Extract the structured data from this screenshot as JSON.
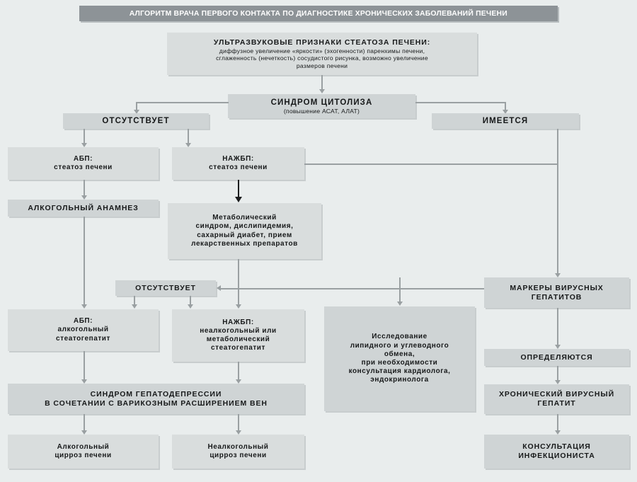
{
  "header": {
    "title": "Алгоритм врача первого контакта по диагностике хронических заболеваний печени"
  },
  "nodes": {
    "ultrasound": {
      "title": "УЛЬТРАЗВУКОВЫЕ ПРИЗНАКИ СТЕАТОЗА ПЕЧЕНИ:",
      "line1": "диффузное увеличение «яркости» (эхогенности) паренхимы печени,",
      "line2": "сглаженность (нечеткость) сосудистого рисунка, возможно увеличение",
      "line3": "размеров печени"
    },
    "cytolysis": {
      "title": "СИНДРОМ ЦИТОЛИЗА",
      "sub": "(повышение АСАТ, АЛАТ)"
    },
    "absent_top": {
      "label": "ОТСУТСТВУЕТ"
    },
    "present_top": {
      "label": "ИМЕЕТСЯ"
    },
    "abp_steatosis": {
      "line1": "АБП:",
      "line2": "стеатоз печени"
    },
    "nafld_steatosis": {
      "line1": "НАЖБП:",
      "line2": "стеатоз печени"
    },
    "alcohol_history": {
      "label": "АЛКОГОЛЬНЫЙ АНАМНЕЗ"
    },
    "metabolic": {
      "line1": "Метаболический",
      "line2": "синдром, дислипидемия,",
      "line3": "сахарный диабет, прием",
      "line4": "лекарственных препаратов"
    },
    "absent_mid": {
      "label": "ОТСУТСТВУЕТ"
    },
    "viral_markers": {
      "line1": "МАРКЕРЫ ВИРУСНЫХ",
      "line2": "ГЕПАТИТОВ"
    },
    "abp_steatohepatitis": {
      "line1": "АБП:",
      "line2": "алкогольный",
      "line3": "стеатогепатит"
    },
    "nafld_steatohepatitis": {
      "line1": "НАЖБП:",
      "line2": "неалкогольный или",
      "line3": "метаболический",
      "line4": "стеатогепатит"
    },
    "lipid_study": {
      "line1": "Исследование",
      "line2": "липидного и углеводного",
      "line3": "обмена,",
      "line4": "при необходимости",
      "line5": "консультация кардиолога,",
      "line6": "эндокринолога"
    },
    "determined": {
      "label": "ОПРЕДЕЛЯЮТСЯ"
    },
    "hepatodepression": {
      "line1": "СИНДРОМ ГЕПАТОДЕПРЕССИИ",
      "line2": "В СОЧЕТАНИИ С ВАРИКОЗНЫМ РАСШИРЕНИЕМ ВЕН"
    },
    "chronic_viral_hepatitis": {
      "line1": "ХРОНИЧЕСКИЙ ВИРУСНЫЙ",
      "line2": "ГЕПАТИТ"
    },
    "alcoholic_cirrhosis": {
      "line1": "Алкогольный",
      "line2": "цирроз печени"
    },
    "nonalcoholic_cirrhosis": {
      "line1": "Неалкогольный",
      "line2": "цирроз печени"
    },
    "infectionist": {
      "line1": "КОНСУЛЬТАЦИЯ",
      "line2": "ИНФЕКЦИОНИСТА"
    }
  },
  "colors": {
    "background": "#e9eded",
    "header_bar": "#8d9397",
    "header_text": "#ffffff",
    "node_fill": "#d4d8d9",
    "node_fill_light": "#d9dddd",
    "connector": "#9aa0a2",
    "connector_emphasis": "#1b1d1e",
    "text": "#17191a"
  }
}
